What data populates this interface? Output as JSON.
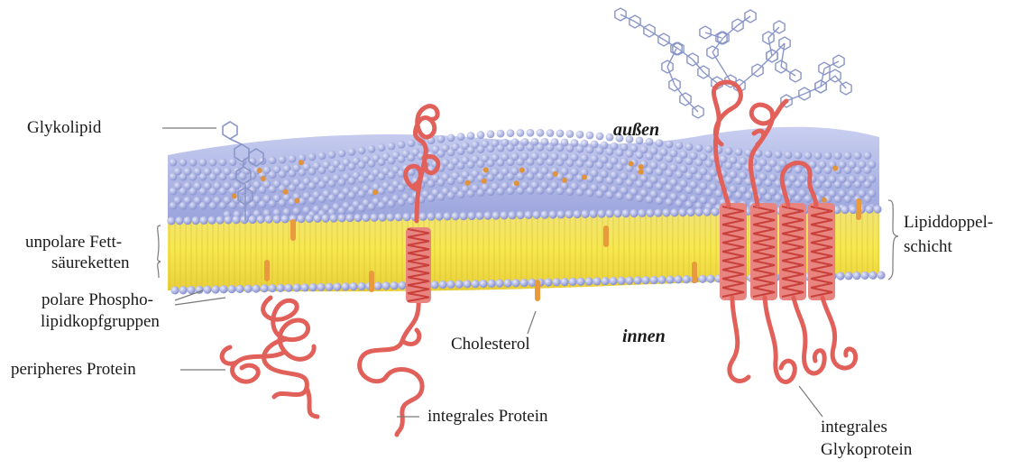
{
  "labels": {
    "glykolipid": "Glykolipid",
    "aussen": "außen",
    "innen": "innen",
    "unpolar_line1": "unpolare Fett-",
    "unpolar_line2": "säureketten",
    "polar_line1": "polare Phospho-",
    "polar_line2": "lipidkopfgruppen",
    "peripheres": "peripheres Protein",
    "cholesterol": "Cholesterol",
    "integrales": "integrales Protein",
    "lipid_line1": "Lipiddoppel-",
    "lipid_line2": "schicht",
    "glyko_line1": "integrales",
    "glyko_line2": "Glykoprotein"
  },
  "colors": {
    "head_groups": "#8f98d6",
    "tails": "#f2df4a",
    "protein": "#e2605a",
    "cholesterol": "#e89a3c",
    "sugar": "#8a96c8",
    "leader": "#7a7a7a"
  }
}
